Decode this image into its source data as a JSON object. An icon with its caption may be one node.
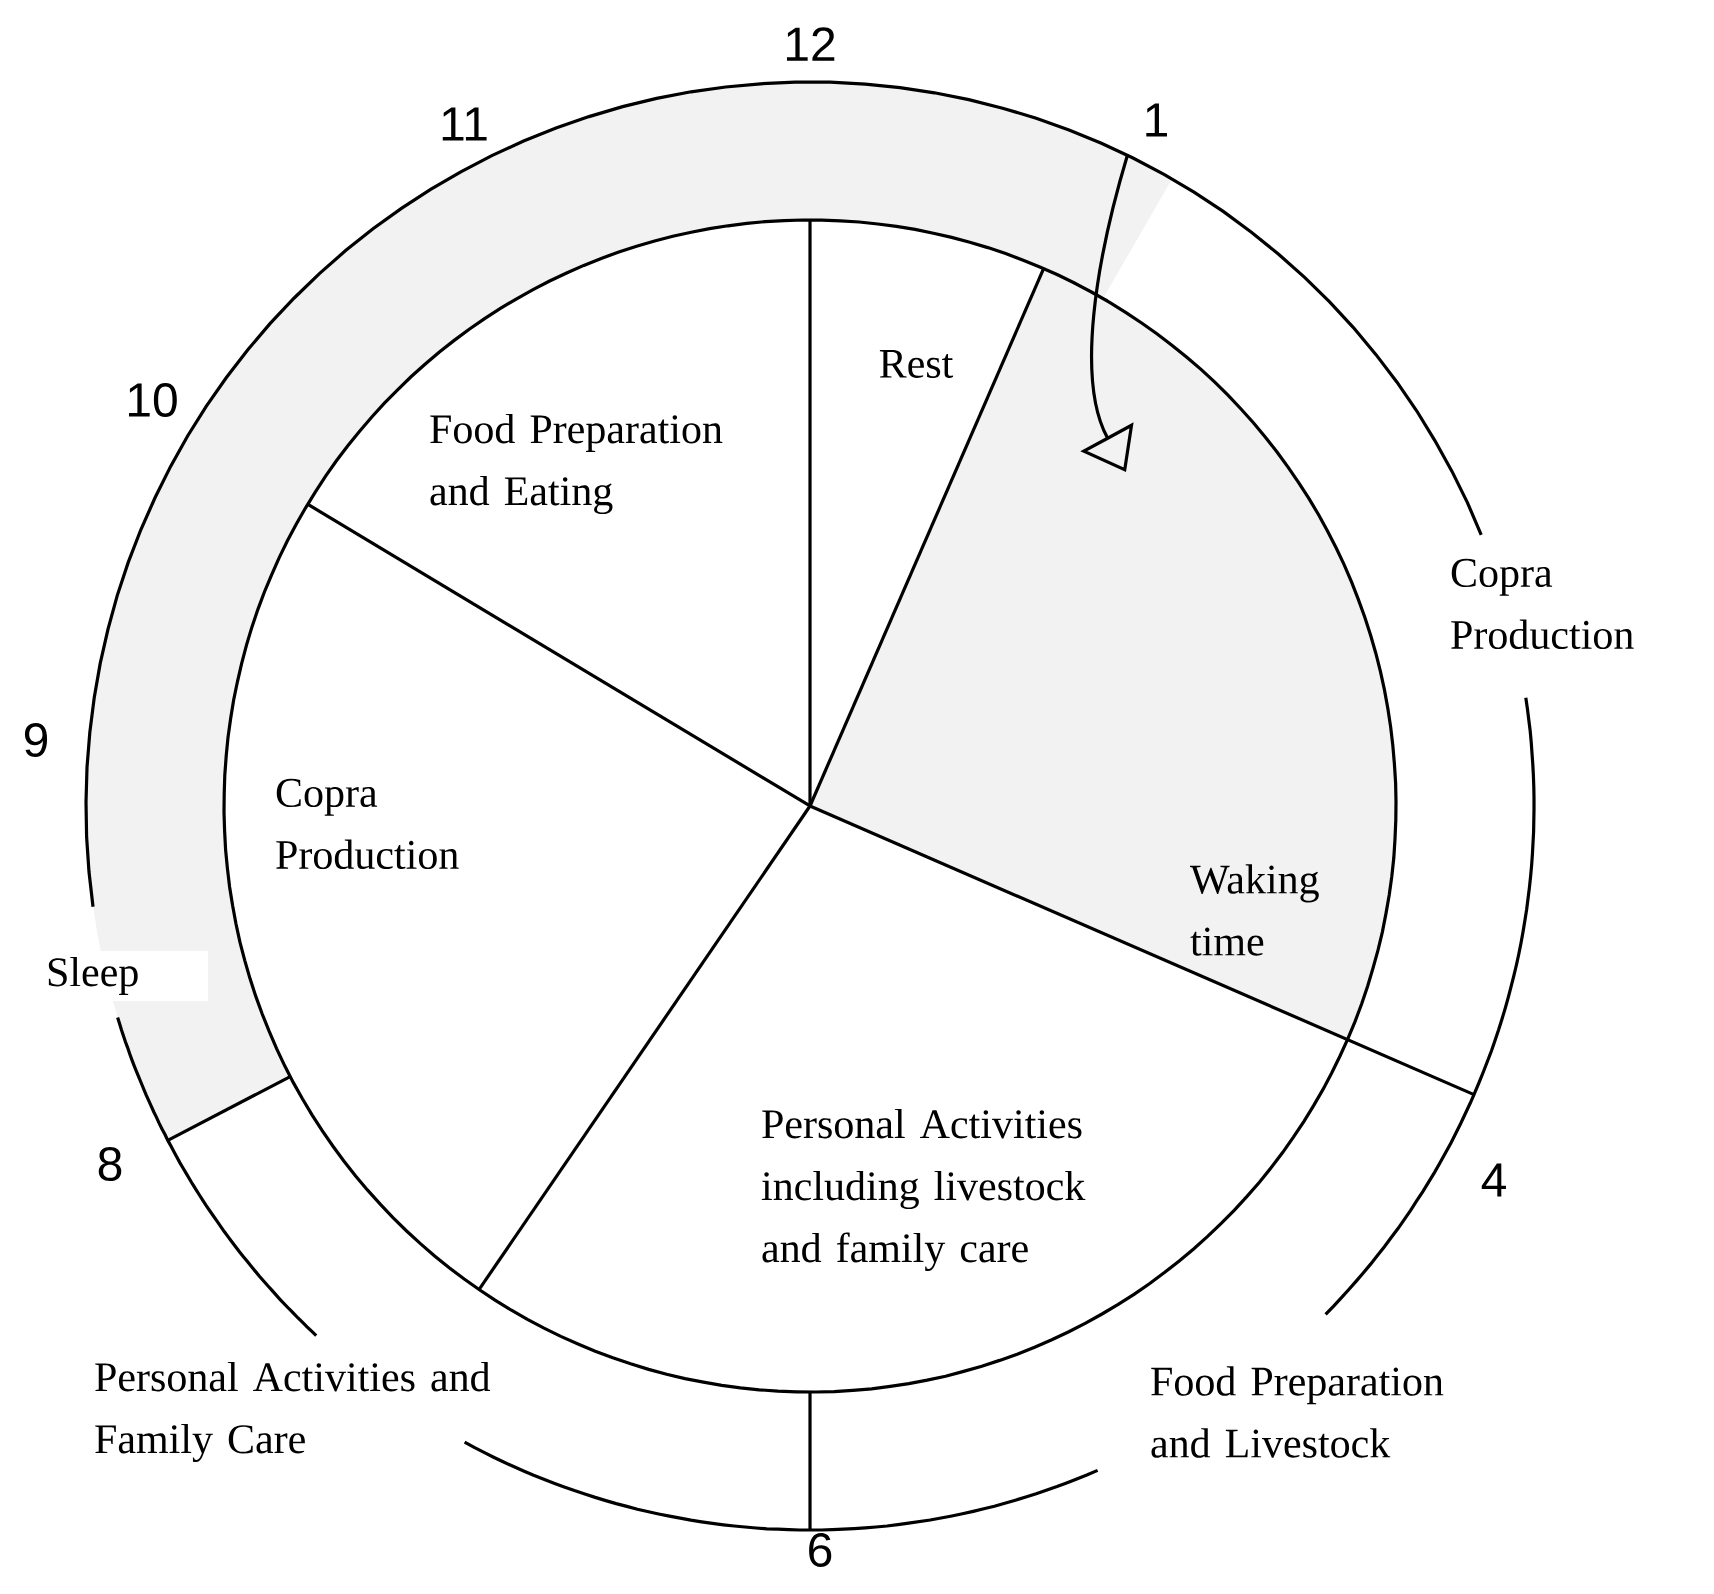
{
  "diagram": {
    "nodes": [
      {
        "text": [
          "Rest"
        ]
      },
      {
        "text": [
          "Food Preparation and Eating"
        ]
      },
      {
        "text": [
          "Copra Production"
        ]
      },
      {
        "text": [
          "Copra Production"
        ]
      },
      {
        "text": [
          "Waking time"
        ]
      },
      {
        "text": [
          "Sleep"
        ]
      },
      {
        "text": [
          "Personal Activities including livestock and family care"
        ]
      },
      {
        "text": [
          "Food Preparation and Livestock"
        ]
      },
      {
        "text": [
          "Personal Activities and Family Care"
        ]
      }
    ],
    "edges": [
      {
        "from": 5,
        "to": 4,
        "arrow": "to"
      }
    ],
    "labels": [
      "12",
      "11",
      "1",
      "10",
      "9",
      "8",
      "4",
      "6"
    ]
  }
}
